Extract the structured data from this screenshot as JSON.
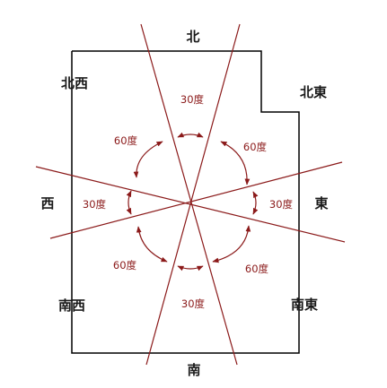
{
  "directions": {
    "north": "北",
    "northeast": "北東",
    "east": "東",
    "southeast": "南東",
    "south": "南",
    "southwest": "南西",
    "west": "西",
    "northwest": "北西"
  },
  "angles": {
    "north": "30度",
    "northeast": "60度",
    "east": "30度",
    "southeast": "60度",
    "south": "30度",
    "southwest": "60度",
    "west": "30度",
    "northwest": "60度"
  },
  "colors": {
    "outline": "#000000",
    "divider": "#8b1a1a",
    "text": "#1a1a1a",
    "angle_text": "#8b1a1a"
  }
}
